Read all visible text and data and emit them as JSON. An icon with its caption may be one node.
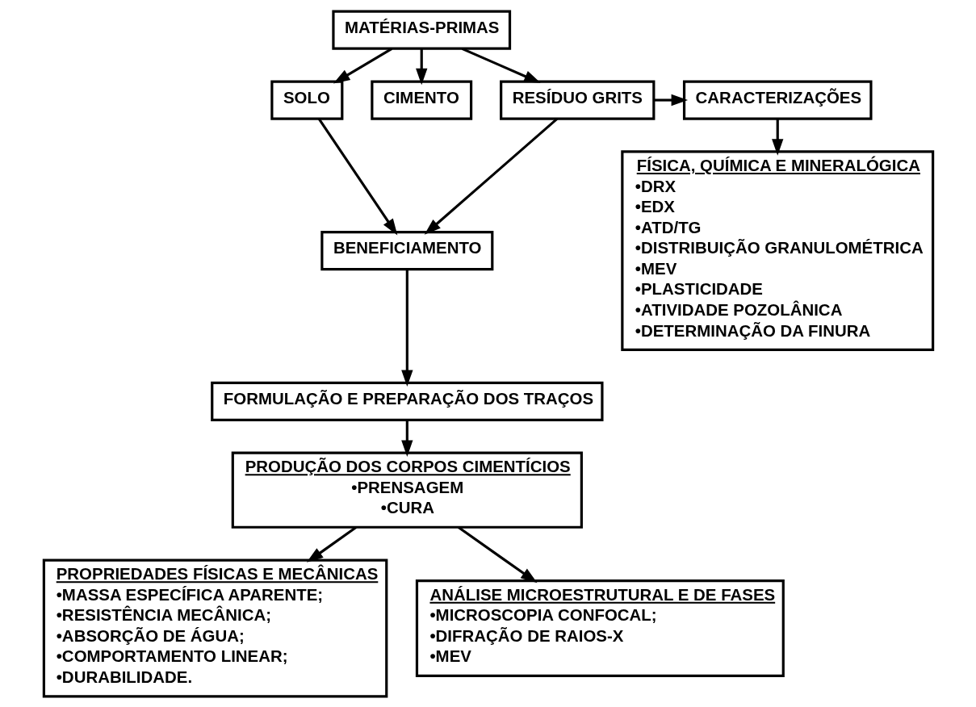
{
  "diagram": {
    "nodes": [
      {
        "text": [
          "MATÉRIAS-PRIMAS"
        ]
      },
      {
        "text": [
          "SOLO"
        ]
      },
      {
        "text": [
          "CIMENTO"
        ]
      },
      {
        "text": [
          "RESÍDUO GRITS"
        ]
      },
      {
        "text": [
          "CARACTERIZAÇÕES"
        ]
      },
      {
        "text": [
          "BENEFICIAMENTO"
        ]
      },
      {
        "text": [
          "FÍSICA, QUÍMICA E MINERALÓGICA",
          "•DRX",
          "•EDX",
          "•ATD/TG",
          "•DISTRIBUIÇÃO GRANULOMÉTRICA",
          "•MEV",
          "•PLASTICIDADE",
          "•ATIVIDADE POZOLÂNICA",
          "•DETERMINAÇÃO DA FINURA"
        ]
      },
      {
        "text": [
          "FORMULAÇÃO E PREPARAÇÃO DOS TRAÇOS"
        ]
      },
      {
        "text": [
          "PRODUÇÃO DOS CORPOS CIMENTÍCIOS",
          "•PRENSAGEM",
          "•CURA"
        ]
      },
      {
        "text": [
          "PROPRIEDADES FÍSICAS E MECÂNICAS",
          "•MASSA ESPECÍFICA APARENTE;",
          "•RESISTÊNCIA MECÂNICA;",
          "•ABSORÇÃO DE ÁGUA;",
          "•COMPORTAMENTO LINEAR;",
          "•DURABILIDADE."
        ]
      },
      {
        "text": [
          "ANÁLISE MICROESTRUTURAL E DE FASES",
          "•MICROSCOPIA CONFOCAL;",
          "•DIFRAÇÃO DE RAIOS-X",
          "•MEV"
        ]
      }
    ],
    "edges": [
      {
        "from": 0,
        "to": 1,
        "arrow": "to"
      },
      {
        "from": 0,
        "to": 2,
        "arrow": "to"
      },
      {
        "from": 0,
        "to": 3,
        "arrow": "to"
      },
      {
        "from": 3,
        "to": 4,
        "arrow": "to"
      },
      {
        "from": 4,
        "to": 6,
        "arrow": "to"
      },
      {
        "from": 1,
        "to": 5,
        "arrow": "to"
      },
      {
        "from": 3,
        "to": 5,
        "arrow": "to"
      },
      {
        "from": 5,
        "to": 7,
        "arrow": "to"
      },
      {
        "from": 7,
        "to": 8,
        "arrow": "to"
      },
      {
        "from": 8,
        "to": 9,
        "arrow": "to"
      },
      {
        "from": 8,
        "to": 10,
        "arrow": "to"
      }
    ]
  }
}
